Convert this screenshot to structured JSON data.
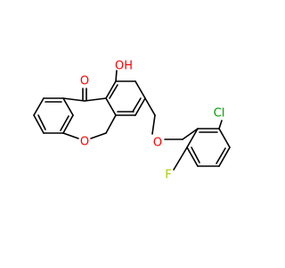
{
  "molecule": {
    "atoms": {
      "carbonyl_o": {
        "text": "O",
        "color": "#ff0000"
      },
      "hydroxyl": {
        "text": "OH",
        "color": "#ff0000"
      },
      "ring_o": {
        "text": "O",
        "color": "#ff0000"
      },
      "ether_o": {
        "text": "O",
        "color": "#ff0000"
      },
      "chlorine": {
        "text": "Cl",
        "color": "#00a000"
      },
      "fluorine": {
        "text": "F",
        "color": "#aacc00"
      }
    },
    "bond_color": "#000000",
    "background": "#ffffff"
  }
}
